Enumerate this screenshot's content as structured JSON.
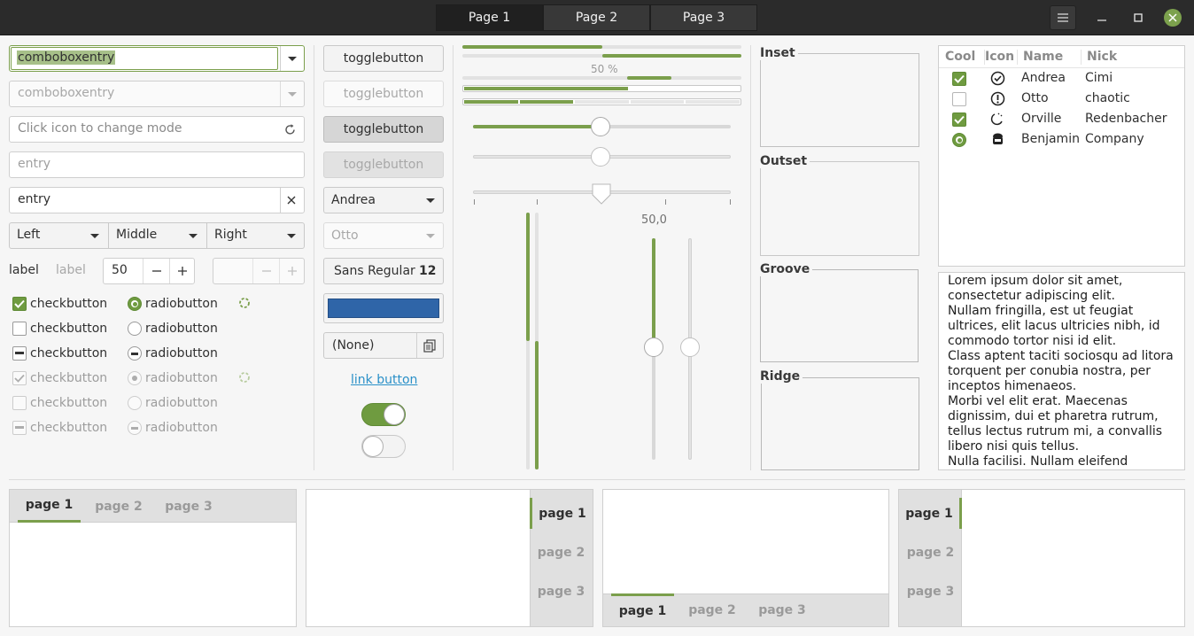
{
  "header": {
    "tabs": [
      "Page 1",
      "Page 2",
      "Page 3"
    ]
  },
  "col1": {
    "combo1": "comboboxentry",
    "combo2": "comboboxentry",
    "entry_icon_placeholder": "Click icon to change mode",
    "entry_placeholder": "entry",
    "entry_value": "entry",
    "dropdowns": [
      "Left",
      "Middle",
      "Right"
    ],
    "label": "label",
    "label_dim": "label",
    "spin_value": "50",
    "checkbuttons": [
      "checkbutton",
      "checkbutton",
      "checkbutton",
      "checkbutton",
      "checkbutton",
      "checkbutton"
    ],
    "radiobuttons": [
      "radiobutton",
      "radiobutton",
      "radiobutton",
      "radiobutton",
      "radiobutton",
      "radiobutton"
    ]
  },
  "col2": {
    "toggles": [
      "togglebutton",
      "togglebutton",
      "togglebutton",
      "togglebutton"
    ],
    "combo_andrea": "Andrea",
    "combo_otto": "Otto",
    "font_name": "Sans Regular",
    "font_size": "12",
    "color_swatch": "#2f65a8",
    "file_none": "(None)",
    "link": "link button",
    "switch_on": true,
    "switch_off": false
  },
  "col3": {
    "progress_label": "50 %",
    "scale_value": "50,0",
    "accent": "#7b9f4c"
  },
  "frames": [
    "Inset",
    "Outset",
    "Groove",
    "Ridge"
  ],
  "tree": {
    "columns": [
      "Cool",
      "Icon",
      "Name",
      "Nick"
    ],
    "rows": [
      {
        "name": "Andrea",
        "nick": "Cimi"
      },
      {
        "name": "Otto",
        "nick": "chaotic"
      },
      {
        "name": "Orville",
        "nick": "Redenbacher"
      },
      {
        "name": "Benjamin",
        "nick": "Company"
      }
    ]
  },
  "textview": {
    "lines": [
      "Lorem ipsum dolor sit amet,",
      "consectetur adipiscing elit.",
      "Nullam fringilla, est ut feugiat",
      "ultrices, elit lacus ultricies nibh, id",
      "commodo tortor nisi id elit.",
      "Class aptent taciti sociosqu ad litora",
      "torquent per conubia nostra, per",
      "inceptos himenaeos.",
      "Morbi vel elit erat. Maecenas",
      "dignissim, dui et pharetra rutrum,",
      "tellus lectus rutrum mi, a convallis",
      "libero nisi quis tellus.",
      "Nulla facilisi. Nullam eleifend lobortis"
    ]
  },
  "notebooks": {
    "tabs": [
      "page 1",
      "page 2",
      "page 3"
    ]
  }
}
